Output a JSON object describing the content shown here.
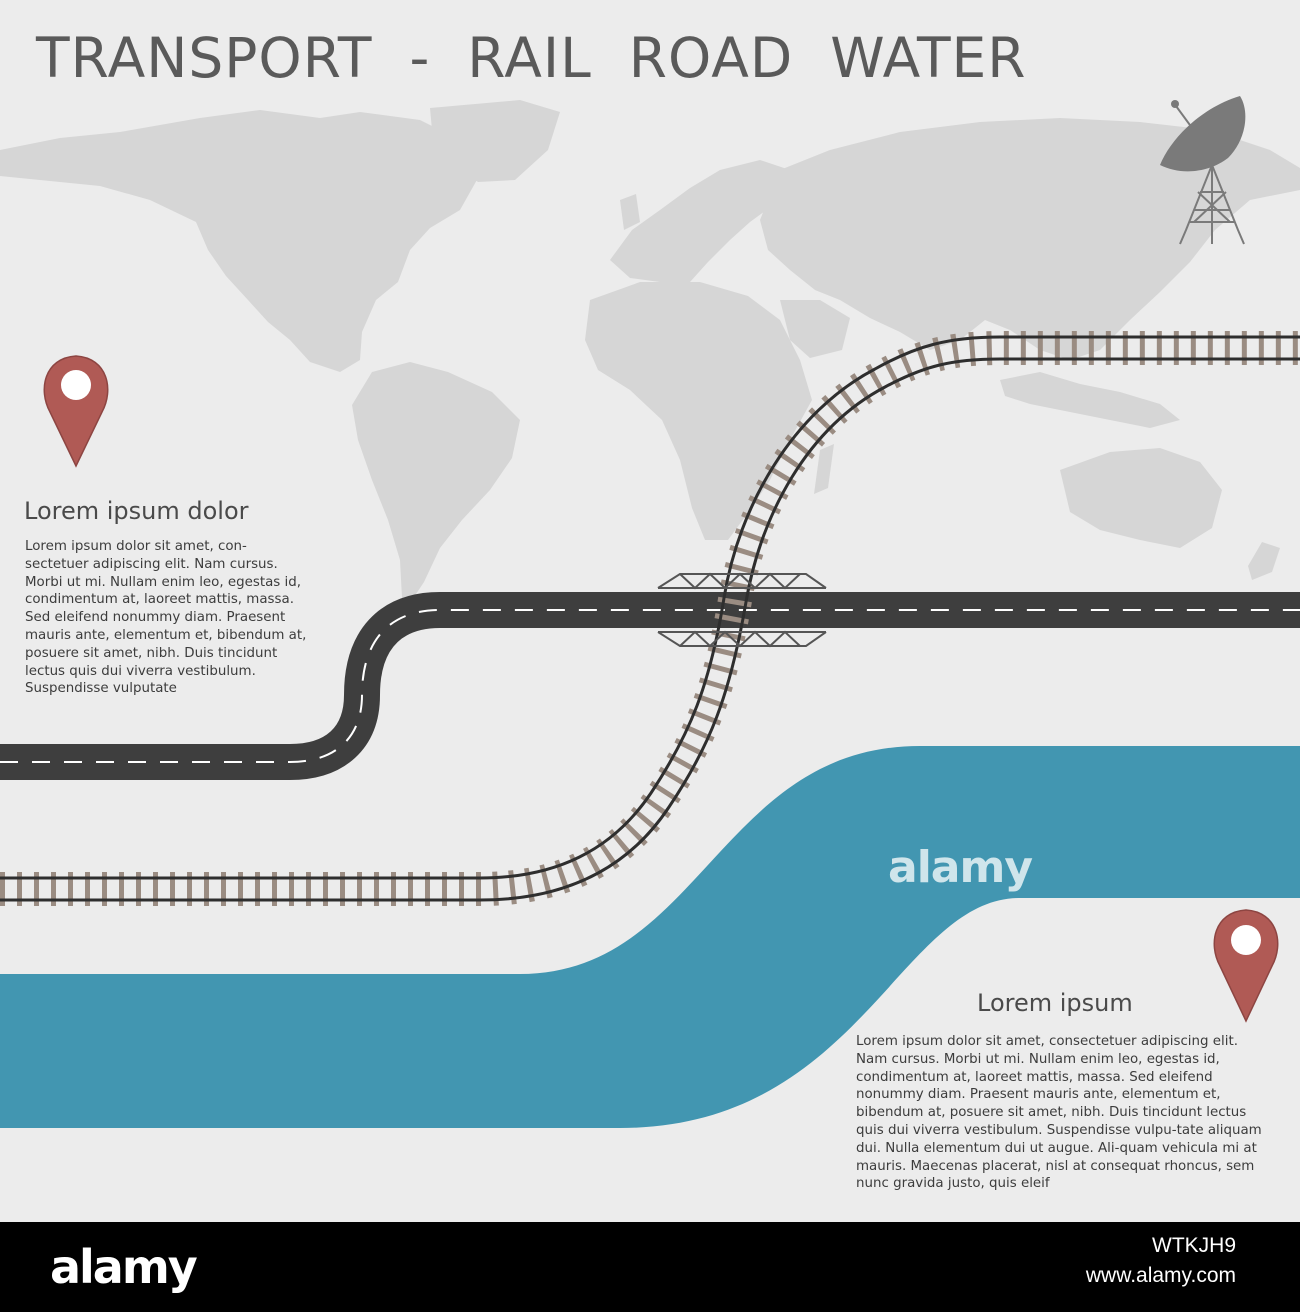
{
  "title": "TRANSPORT  -  RAIL  ROAD  WATER",
  "left_block": {
    "heading": "Lorem ipsum dolor",
    "body": "Lorem ipsum dolor sit amet, con-sectetuer adipiscing elit. Nam cursus. Morbi ut mi. Nullam enim leo, egestas id, condimentum at, laoreet mattis, massa. Sed eleifend nonummy diam. Praesent mauris ante, elementum et, bibendum at, posuere sit amet, nibh. Duis tincidunt lectus quis dui viverra vestibulum. Suspendisse vulputate"
  },
  "right_block": {
    "heading": "Lorem ipsum",
    "body": "Lorem ipsum dolor sit amet, consectetuer adipiscing elit. Nam cursus. Morbi ut mi. Nullam enim leo, egestas id, condimentum at, laoreet mattis, massa. Sed eleifend nonummy diam. Praesent mauris ante, elementum et, bibendum at, posuere sit amet, nibh. Duis tincidunt lectus quis dui viverra vestibulum. Suspendisse vulpu-tate aliquam dui. Nulla elementum dui ut augue. Ali-quam vehicula mi at mauris. Maecenas placerat, nisl at consequat rhoncus, sem nunc gravida justo, quis eleif"
  },
  "watermark": "alamy",
  "footer": {
    "logo": "alamy",
    "image_id": "WTKJH9",
    "url": "www.alamy.com"
  },
  "icons": [
    "location-pin-icon",
    "satellite-dish-icon",
    "bridge-icon"
  ],
  "colors": {
    "background": "#ececec",
    "map": "#d6d6d6",
    "road": "#3e3e3e",
    "road_marking": "#ffffff",
    "rail": "#2e2e2e",
    "sleeper": "#9a8c82",
    "water": "#4296b1",
    "pin": "#b05a55",
    "title": "#5a5a5a"
  }
}
